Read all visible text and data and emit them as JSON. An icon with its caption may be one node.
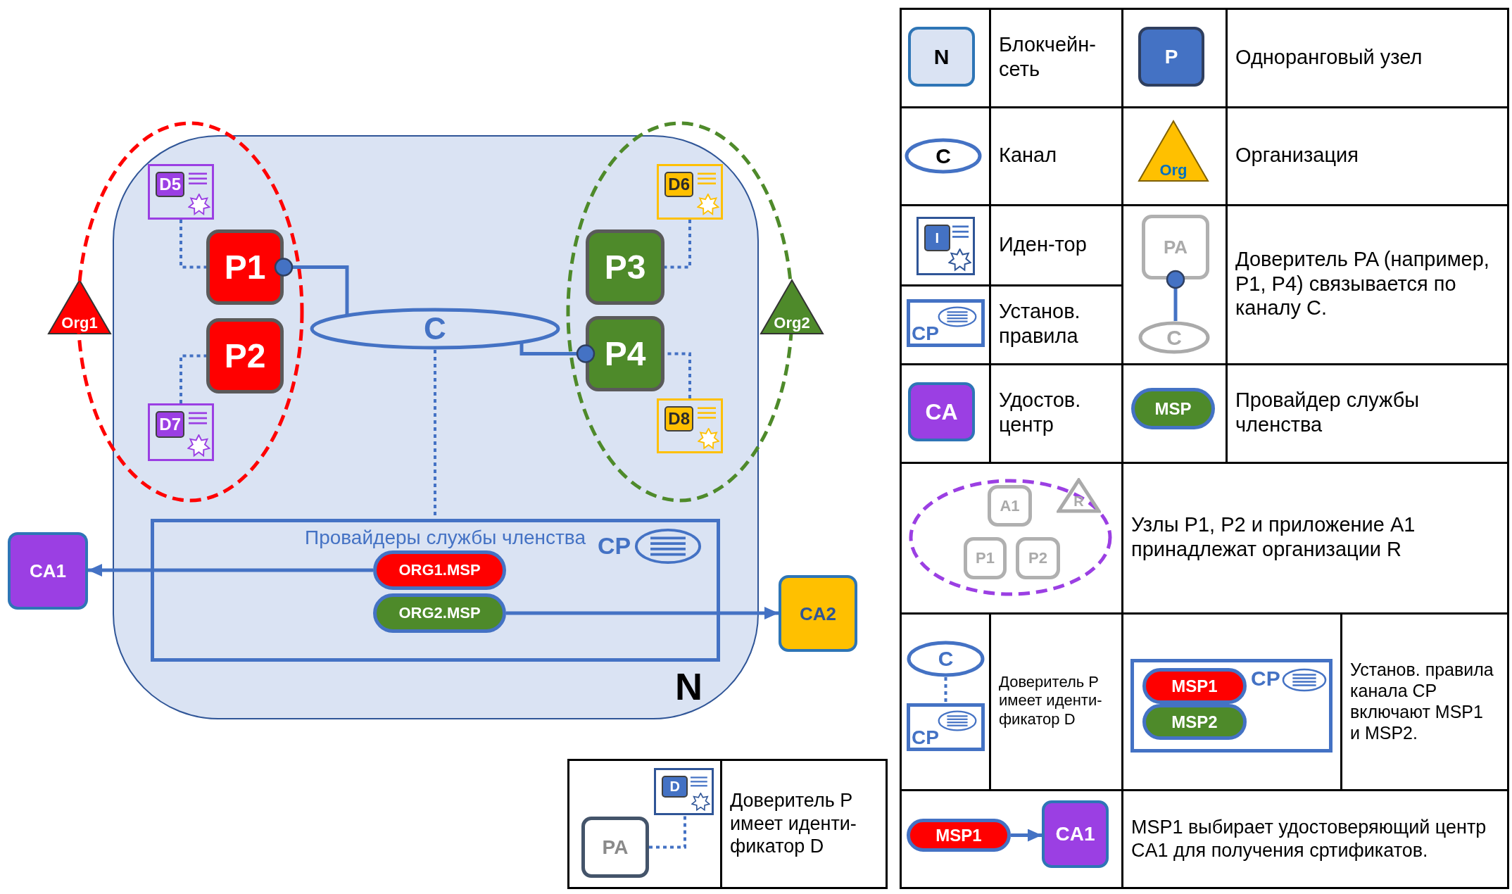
{
  "diagram": {
    "nodes": [
      {
        "text": [
          "N"
        ]
      },
      {
        "text": [
          "Org1"
        ]
      },
      {
        "text": [],
        "shape": "ellipse"
      },
      {
        "text": [
          "D5"
        ],
        "in": 2
      },
      {
        "text": [
          "P1"
        ],
        "in": 2
      },
      {
        "text": [
          "P2"
        ],
        "in": 2
      },
      {
        "text": [
          "D7"
        ],
        "in": 2
      },
      {
        "text": [
          "C"
        ],
        "in": 0
      },
      {
        "text": [],
        "shape": "ellipse"
      },
      {
        "text": [
          "D6"
        ],
        "in": 8
      },
      {
        "text": [
          "P3"
        ],
        "in": 8
      },
      {
        "text": [
          "P4"
        ],
        "in": 8
      },
      {
        "text": [
          "D8"
        ],
        "in": 8
      },
      {
        "text": [
          "Org2"
        ]
      },
      {
        "text": [
          "Провайдеры службы членства",
          "CP"
        ],
        "in": 0
      },
      {
        "text": [
          "ORG1.MSP"
        ],
        "in": 14
      },
      {
        "text": [
          "ORG2.MSP"
        ],
        "in": 14
      },
      {
        "text": [
          "CA1"
        ]
      },
      {
        "text": [
          "CA2"
        ]
      },
      {
        "text": [
          "N"
        ]
      },
      {
        "text": [
          "P"
        ]
      },
      {
        "text": [
          "C"
        ]
      },
      {
        "text": [
          "Org"
        ]
      },
      {
        "text": [
          "I"
        ]
      },
      {
        "text": [
          "CP"
        ]
      },
      {
        "text": [
          "PA"
        ]
      },
      {
        "text": [
          "C"
        ]
      },
      {
        "text": [
          "CA"
        ]
      },
      {
        "text": [
          "MSP"
        ]
      },
      {
        "text": [],
        "shape": "ellipse"
      },
      {
        "text": [
          "A1"
        ],
        "in": 29
      },
      {
        "text": [
          "R"
        ]
      },
      {
        "text": [
          "P1"
        ],
        "in": 29
      },
      {
        "text": [
          "P2"
        ],
        "in": 29
      },
      {
        "text": [
          "C"
        ]
      },
      {
        "text": [
          "CP"
        ]
      },
      {
        "text": [
          "CP"
        ]
      },
      {
        "text": [
          "MSP1"
        ],
        "in": 36
      },
      {
        "text": [
          "MSP2"
        ],
        "in": 36
      },
      {
        "text": [
          "MSP1"
        ]
      },
      {
        "text": [
          "CA1"
        ]
      },
      {
        "text": [
          "D"
        ]
      },
      {
        "text": [
          "PA"
        ]
      }
    ],
    "edges": [
      {
        "from": 4,
        "to": 7,
        "arrow": "other"
      },
      {
        "from": 11,
        "to": 7,
        "arrow": "other"
      },
      {
        "from": 3,
        "to": 4,
        "arrow": "none",
        "style": "dashed"
      },
      {
        "from": 6,
        "to": 5,
        "arrow": "none",
        "style": "dashed"
      },
      {
        "from": 9,
        "to": 10,
        "arrow": "none",
        "style": "dashed"
      },
      {
        "from": 12,
        "to": 11,
        "arrow": "none",
        "style": "dashed"
      },
      {
        "from": 7,
        "to": 14,
        "arrow": "none",
        "style": "dashed"
      },
      {
        "from": 15,
        "to": 17,
        "arrow": "to"
      },
      {
        "from": 16,
        "to": 18,
        "arrow": "to"
      },
      {
        "from": 25,
        "to": 26,
        "arrow": "other"
      },
      {
        "from": 34,
        "to": 35,
        "arrow": "none",
        "style": "dashed"
      },
      {
        "from": 39,
        "to": 40,
        "arrow": "to"
      },
      {
        "from": 42,
        "to": 41,
        "arrow": "none",
        "style": "dashed"
      }
    ],
    "legend": [
      {
        "text": "Блокчейн-сеть"
      },
      {
        "text": "Одноранговый узел"
      },
      {
        "text": "Канал"
      },
      {
        "text": "Организация"
      },
      {
        "text": "Иден-тор"
      },
      {
        "text": "Установ. правила"
      },
      {
        "text": "Доверитель PA (например, P1, P4) связывается по каналу C."
      },
      {
        "text": "Удостов. центр"
      },
      {
        "text": "Провайдер службы членства"
      },
      {
        "text": "Узлы P1, P2 и приложение A1 принадлежат организации R"
      },
      {
        "text": "Доверитель P имеет иденти-фикатор D"
      },
      {
        "text": "Установ. правила канала CP включают MSP1 и MSP2."
      },
      {
        "text": "Доверитель P имеет иденти-фикатор D"
      },
      {
        "text": "MSP1 выбирает удостоверяющий центр CA1 для получения сртификатов."
      }
    ]
  }
}
